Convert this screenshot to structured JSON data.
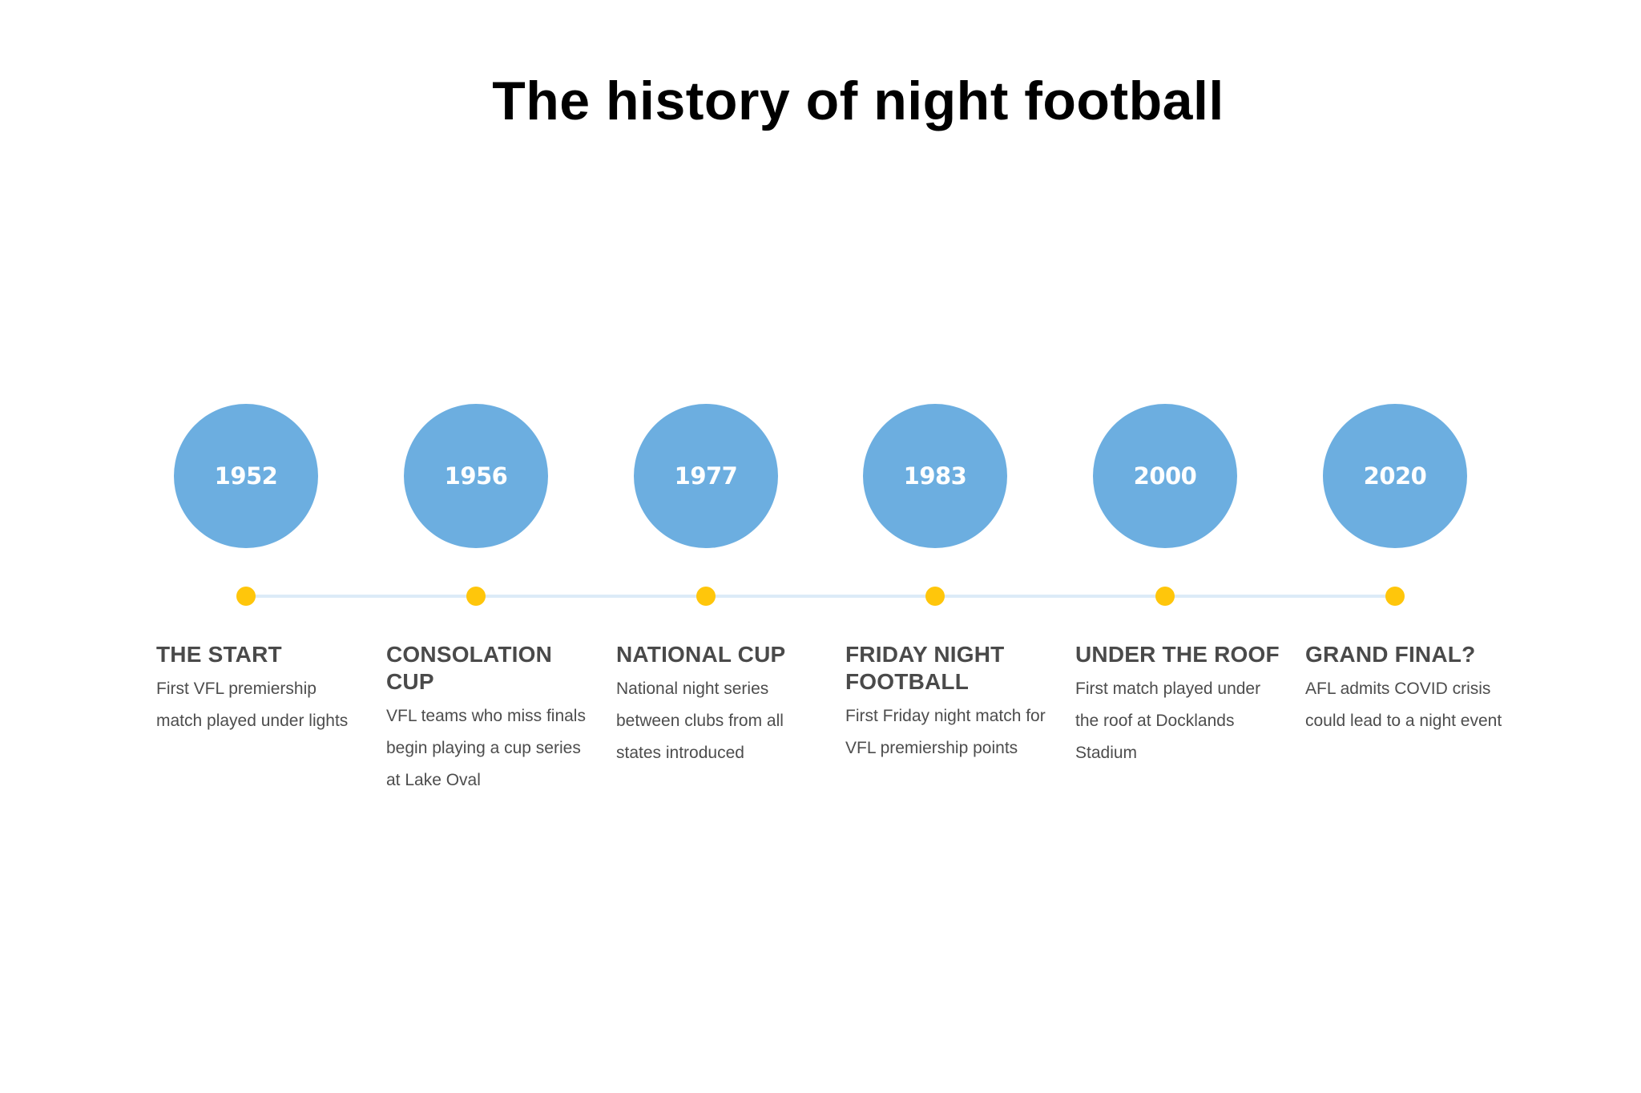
{
  "title": "The history of night football",
  "colors": {
    "circle": "#6caee0",
    "dot": "#ffc60b",
    "line": "#dcebf7",
    "heading": "#4a4a4a",
    "body": "#4d4d4d"
  },
  "events": [
    {
      "year": "1952",
      "heading": "THE START",
      "description": "First VFL premiership match played under lights"
    },
    {
      "year": "1956",
      "heading": "CONSOLATION CUP",
      "description": "VFL teams who miss finals begin playing a cup series at Lake Oval"
    },
    {
      "year": "1977",
      "heading": "NATIONAL CUP",
      "description": "National night series between clubs from all states introduced"
    },
    {
      "year": "1983",
      "heading": "FRIDAY NIGHT FOOTBALL",
      "description": "First Friday night match for VFL premiership points"
    },
    {
      "year": "2000",
      "heading": "UNDER THE ROOF",
      "description": "First match played under the roof at Docklands Stadium"
    },
    {
      "year": "2020",
      "heading": "GRAND FINAL?",
      "description": "AFL admits COVID crisis could lead to a night event"
    }
  ]
}
